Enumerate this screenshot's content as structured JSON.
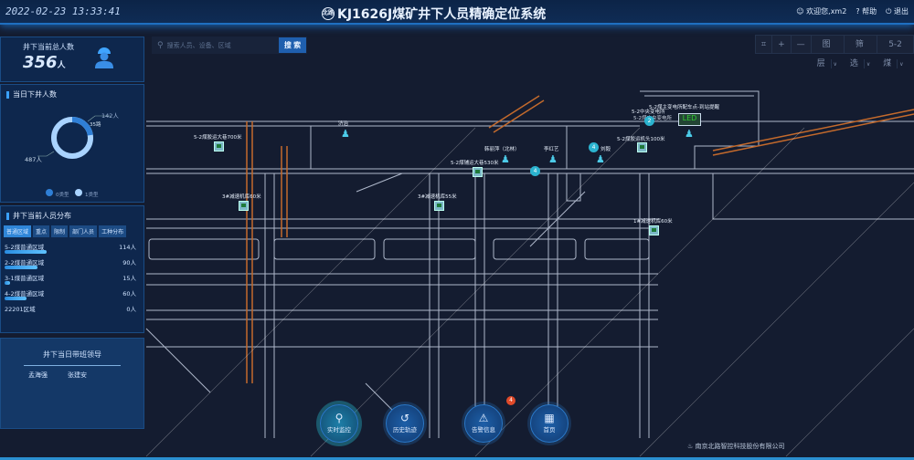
{
  "header": {
    "datetime": "2022-02-23 13:33:41",
    "title": "KJ1626J煤矿井下人员精确定位系统",
    "logo_text": "北路",
    "user": "欢迎您,xm2",
    "help": "帮助",
    "logout": "退出"
  },
  "search": {
    "placeholder": "搜索人员、设备、区域",
    "button": "搜 索"
  },
  "toolbar": {
    "fit": "⌗",
    "zoom_in": "+",
    "zoom_out": "—",
    "select1": "图层",
    "select2": "筛选",
    "select3": "5-2煤"
  },
  "total": {
    "label": "井下当前总人数",
    "value": "356",
    "unit": "人"
  },
  "daily": {
    "title": "当日下井人数",
    "values": [
      {
        "label": "142人",
        "value": 142,
        "legend": "0类型",
        "color": "#2f7fd6"
      },
      {
        "label": "487人",
        "value": 487,
        "legend": "1类型",
        "color": "#a9d3ff"
      }
    ],
    "inner_label": "35路"
  },
  "distribution": {
    "title": "井下当前人员分布",
    "tabs": [
      "普通区域",
      "重点",
      "限制",
      "部门人员",
      "工种分布"
    ],
    "rows": [
      {
        "name": "5-2煤普通区域",
        "value": 114,
        "text": "114人"
      },
      {
        "name": "2-2煤普通区域",
        "value": 90,
        "text": "90人"
      },
      {
        "name": "3-1煤普通区域",
        "value": 15,
        "text": "15人"
      },
      {
        "name": "4-2煤普通区域",
        "value": 60,
        "text": "60人"
      },
      {
        "name": "22201区域",
        "value": 0,
        "text": "0人"
      }
    ]
  },
  "leaders": {
    "title": "井下当日带班领导",
    "names": [
      "孟海强",
      "张建安"
    ]
  },
  "map": {
    "labels": [
      "5-2煤胶运大巷700米",
      "济治",
      "5-2煤辅运大巷530米",
      "韩丽萍（北林）",
      "李红艺",
      "5-2中央变电所",
      "5-2煤中央变电所",
      "5-2煤主变电所配车点-到站提醒",
      "5-2煤胶运机头100米",
      "3#减速机库60米",
      "3#减速机库55米",
      "1#减速机库60米",
      "刘毅"
    ],
    "circles": [
      "4",
      "4",
      "2"
    ],
    "led": "LED"
  },
  "nav": {
    "buttons": [
      "实时监控",
      "历史轨迹",
      "告警信息",
      "首页"
    ],
    "badge": "4"
  },
  "footer": {
    "company": "南京北路智控科技股份有限公司"
  }
}
